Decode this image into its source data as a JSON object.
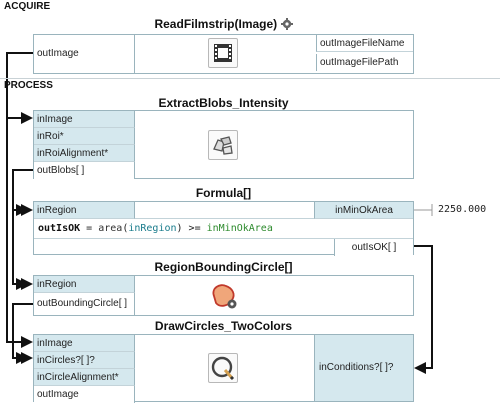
{
  "sections": {
    "acquire": "ACQUIRE",
    "process": "PROCESS"
  },
  "blocks": {
    "read_filmstrip": {
      "title": "ReadFilmstrip(Image)",
      "icon": "film-icon",
      "outputs_left": [
        "outImage"
      ],
      "outputs_right": [
        "outImageFileName",
        "outImageFilePath"
      ]
    },
    "extract_blobs": {
      "title": "ExtractBlobs_Intensity",
      "icon": "blobs-icon",
      "inputs": [
        "inImage",
        "inRoi*",
        "inRoiAlignment*"
      ],
      "outputs": [
        "outBlobs[ ]"
      ]
    },
    "formula": {
      "title": "Formula[]",
      "inputs": [
        "inRegion"
      ],
      "right_input": "inMinOkArea",
      "right_input_value": "2250.000",
      "formula_parts": [
        "outIsOK",
        " = ",
        "area",
        "(",
        "inRegion",
        ") >= ",
        "inMinOkArea"
      ],
      "outputs": [
        "outIsOK[ ]"
      ]
    },
    "bounding_circle": {
      "title": "RegionBoundingCircle[]",
      "icon": "bounding-circle-icon",
      "inputs": [
        "inRegion"
      ],
      "outputs": [
        "outBoundingCircle[ ]"
      ]
    },
    "draw_circles": {
      "title": "DrawCircles_TwoColors",
      "icon": "draw-circle-icon",
      "inputs": [
        "inImage",
        "inCircles?[ ]?",
        "inCircleAlignment*"
      ],
      "outputs": [
        "outImage"
      ],
      "right_input": "inConditions?[ ]?"
    }
  },
  "colors": {
    "port_in_bg": "#d5e8ee",
    "border": "#9ab4bd",
    "wire": "#111111"
  }
}
